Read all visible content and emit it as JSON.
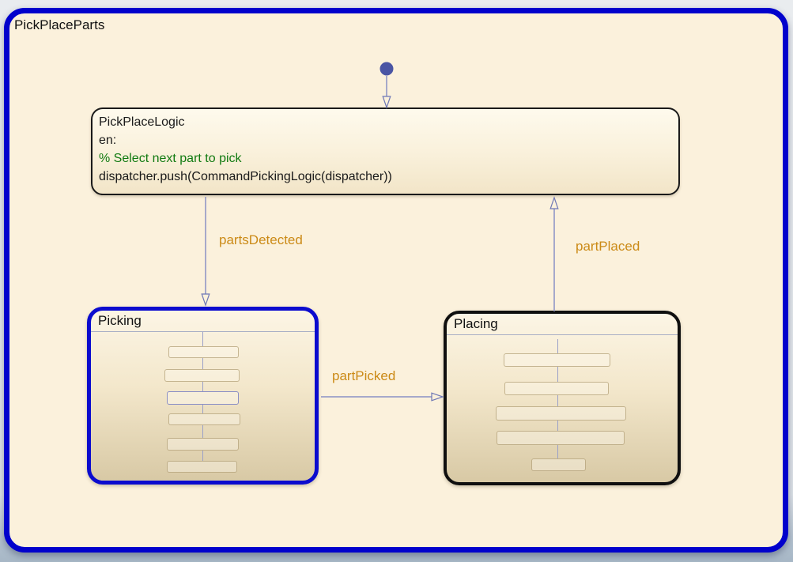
{
  "diagram": {
    "title": "PickPlaceParts",
    "states": {
      "pickPlaceLogic": {
        "name": "PickPlaceLogic",
        "entry_label": "en:",
        "comment": "% Select next part to pick",
        "action": "dispatcher.push(CommandPickingLogic(dispatcher))"
      },
      "picking": {
        "name": "Picking",
        "selected": true
      },
      "placing": {
        "name": "Placing",
        "selected": false
      }
    },
    "transitions": {
      "partsDetected": {
        "label": "partsDetected",
        "from": "PickPlaceLogic",
        "to": "Picking"
      },
      "partPicked": {
        "label": "partPicked",
        "from": "Picking",
        "to": "Placing"
      },
      "partPlaced": {
        "label": "partPlaced",
        "from": "Placing",
        "to": "PickPlaceLogic"
      }
    },
    "colors": {
      "frame_border": "#0101CC",
      "selection_border": "#0B0BCE",
      "state_border": "#0F0F0F",
      "canvas_fill": "#FBF1DC",
      "state_fill_top": "#FCF5E5",
      "state_fill_bottom": "#D8C9A5",
      "transition_label": "#CB8A16",
      "comment_green": "#117A11",
      "transition_line": "#8A91C5",
      "initial_dot": "#4A55A4"
    }
  }
}
